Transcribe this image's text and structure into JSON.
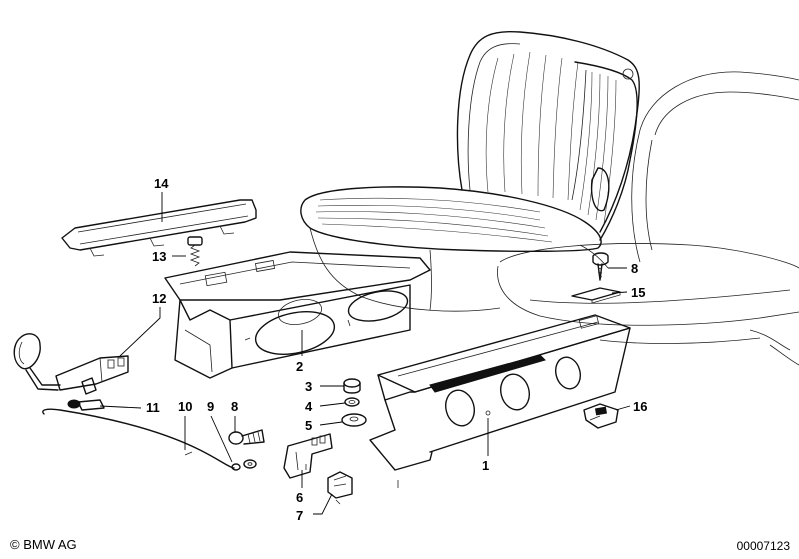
{
  "copyright": "© BMW AG",
  "document_number": "00007123",
  "callouts": [
    {
      "id": "1",
      "label": "1"
    },
    {
      "id": "2",
      "label": "2"
    },
    {
      "id": "3",
      "label": "3"
    },
    {
      "id": "4",
      "label": "4"
    },
    {
      "id": "5",
      "label": "5"
    },
    {
      "id": "6",
      "label": "6"
    },
    {
      "id": "7",
      "label": "7"
    },
    {
      "id": "8a",
      "label": "8"
    },
    {
      "id": "8b",
      "label": "8"
    },
    {
      "id": "9",
      "label": "9"
    },
    {
      "id": "10",
      "label": "10"
    },
    {
      "id": "11",
      "label": "11"
    },
    {
      "id": "12",
      "label": "12"
    },
    {
      "id": "13",
      "label": "13"
    },
    {
      "id": "14",
      "label": "14"
    },
    {
      "id": "15",
      "label": "15"
    },
    {
      "id": "16",
      "label": "16"
    }
  ]
}
